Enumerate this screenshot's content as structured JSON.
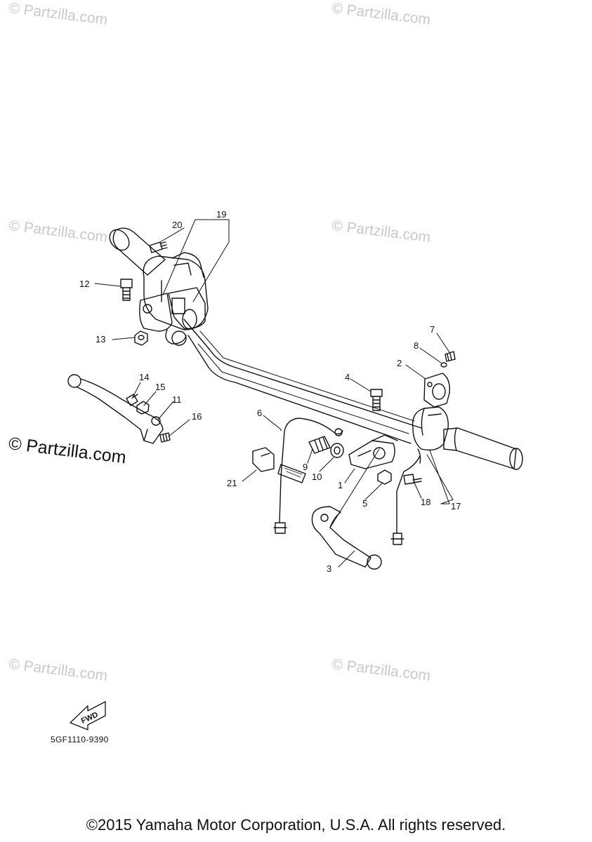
{
  "watermarks": [
    {
      "text": "© Partzilla.com"
    },
    {
      "text": "© Partzilla.com"
    },
    {
      "text": "© Partzilla.com"
    },
    {
      "text": "© Partzilla.com"
    },
    {
      "text": "© Partzilla.com"
    },
    {
      "text": "© Partzilla.com"
    }
  ],
  "watermark_main": "© Partzilla.com",
  "parts": {
    "p1": "1",
    "p2": "2",
    "p3": "3",
    "p4": "4",
    "p5": "5",
    "p6": "6",
    "p7": "7",
    "p8": "8",
    "p9": "9",
    "p10": "10",
    "p11": "11",
    "p12": "12",
    "p13": "13",
    "p14": "14",
    "p15": "15",
    "p16": "16",
    "p17": "17",
    "p18": "18",
    "p19": "19",
    "p20": "20",
    "p21": "21"
  },
  "fwd_label": "FWD",
  "diagram_code": "5GF1110-9390",
  "copyright": "©2015 Yamaha Motor Corporation, U.S.A. All rights reserved.",
  "colors": {
    "line": "#111111",
    "watermark": "#c9c9c9",
    "background": "#ffffff"
  }
}
